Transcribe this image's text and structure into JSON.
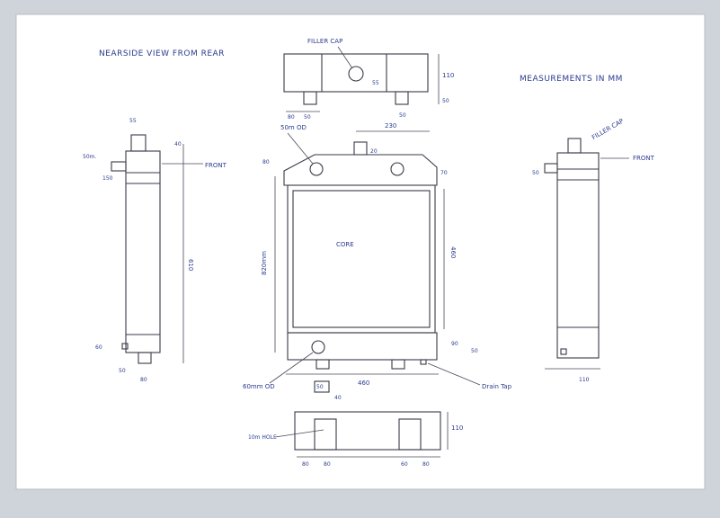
{
  "notes": {
    "title": "NEARSIDE VIEW FROM REAR",
    "measurements": "MEASUREMENTS IN MM"
  },
  "labels": {
    "filler_cap_top": "FILLER CAP",
    "filler_cap_right": "FILLER CAP",
    "core": "CORE",
    "front_left": "FRONT",
    "front_right": "FRONT",
    "drain_tap": "Drain Tap",
    "top_od": "50m OD",
    "bottom_od": "60mm OD",
    "hole": "10m HOLE"
  },
  "dimensions": {
    "top_width": "230",
    "core_height": "820mm",
    "core_right": "460",
    "bottom_width": "460",
    "top_view_height": "110",
    "top_view_55": "55",
    "top_view_50a": "50",
    "top_view_50b": "50",
    "top_view_80": "80",
    "top_view_50c": "50",
    "left_55": "55",
    "left_40": "40",
    "left_50m": "50m.",
    "left_150": "150",
    "left_610": "610",
    "left_60": "60",
    "left_50": "50",
    "left_80": "80",
    "front_20": "20",
    "front_80": "80",
    "front_70": "70",
    "front_90": "90",
    "front_50": "50",
    "bottom_50": "50",
    "bottom_40": "40",
    "bottom_110": "110",
    "bottom_80a": "80",
    "bottom_80b": "80",
    "bottom_60": "60",
    "bottom_80c": "80",
    "right_50": "50",
    "right_110": "110"
  },
  "colors": {
    "paper": "#ffffff",
    "ink": "#3a3a48",
    "text_ink": "#2b3b8f",
    "background": "#cfd4db"
  }
}
